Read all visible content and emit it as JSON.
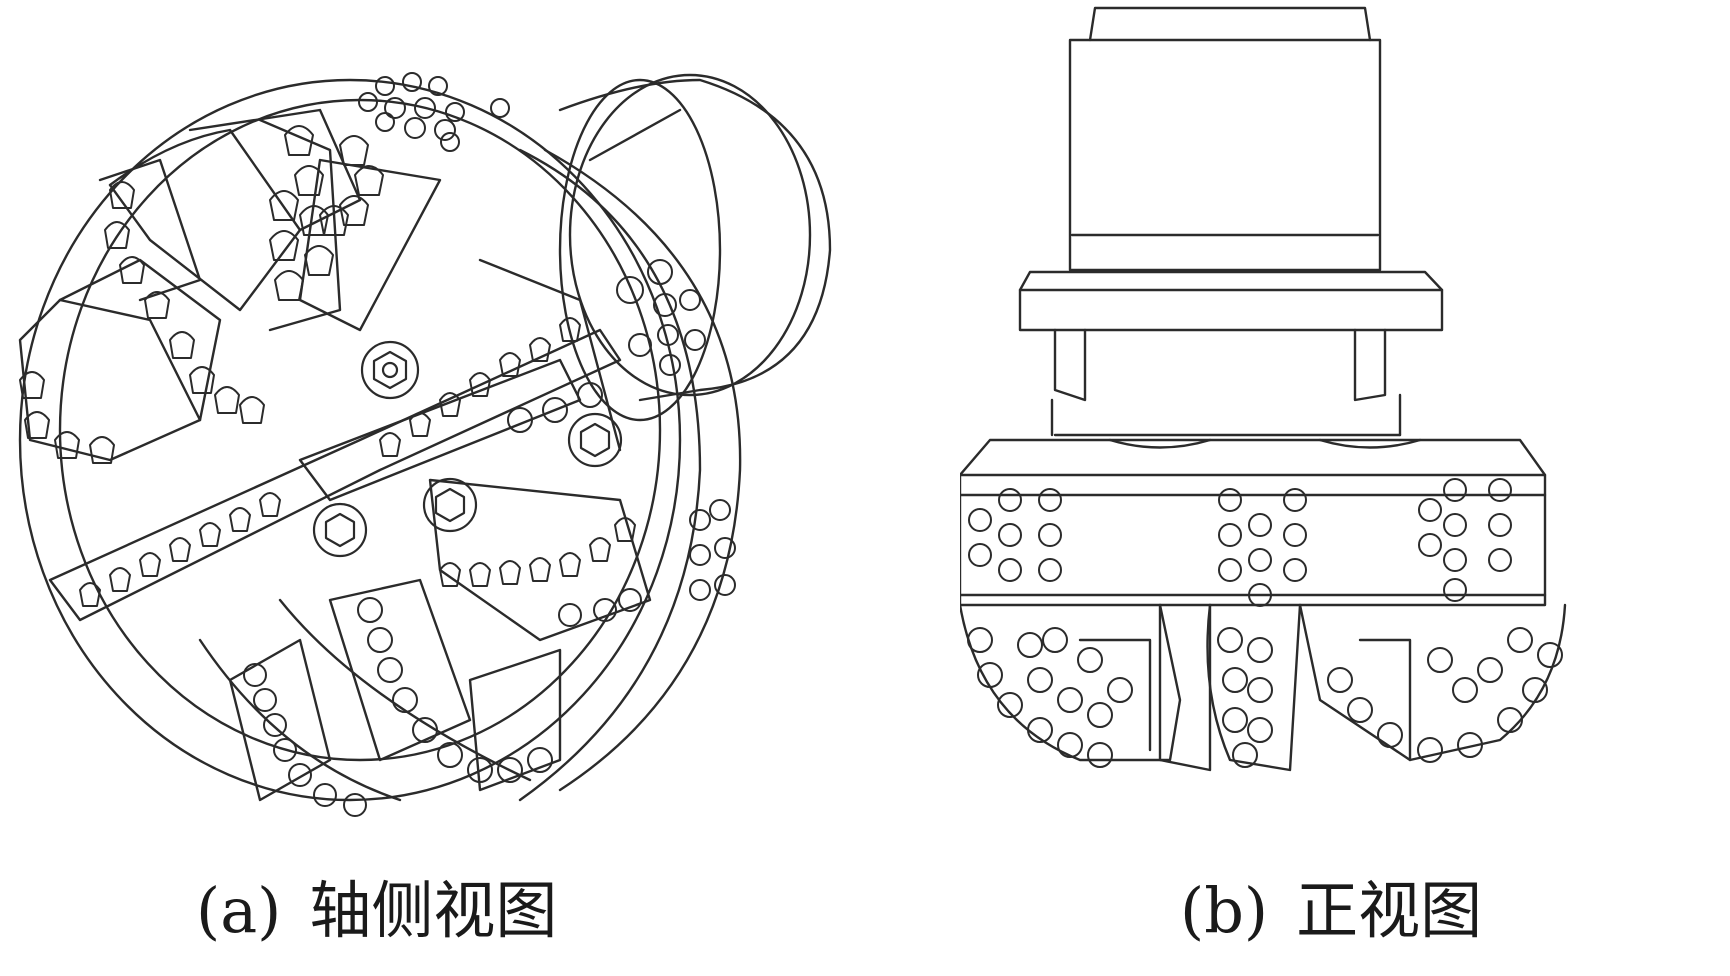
{
  "panels": [
    {
      "label": "(a)",
      "title": "轴侧视图"
    },
    {
      "label": "(b)",
      "title": "正视图"
    }
  ],
  "colors": {
    "line": "#2b2b2b",
    "background": "#ffffff",
    "cutter_fill": "#ffffff"
  },
  "icons": {
    "panel_a": "pdc-drill-bit-isometric-drawing",
    "panel_b": "pdc-drill-bit-front-view-drawing"
  }
}
